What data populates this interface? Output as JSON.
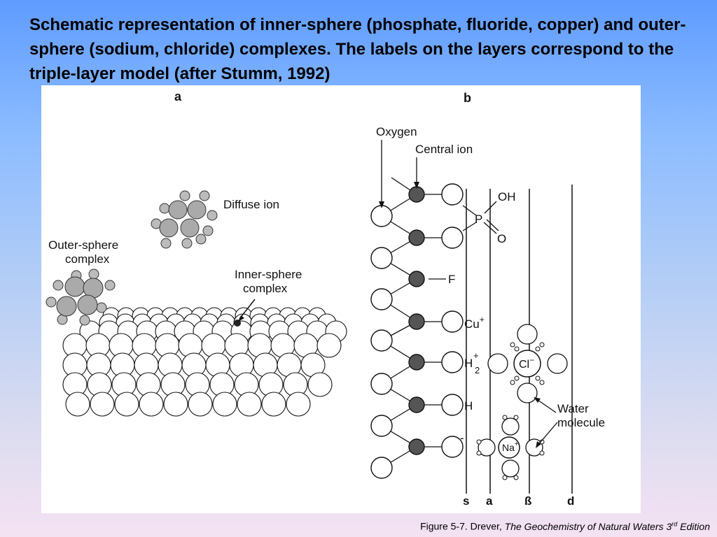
{
  "title": "Schematic representation of inner-sphere (phosphate, fluoride, copper) and outer-sphere (sodium, chloride) complexes.  The labels on the layers correspond to the triple-layer model (after Stumm, 1992)",
  "panel_a": {
    "label": "a",
    "diffuse_ion": "Diffuse ion",
    "outer_sphere_1": "Outer-sphere",
    "outer_sphere_2": "complex",
    "inner_sphere_1": "Inner-sphere",
    "inner_sphere_2": "complex"
  },
  "panel_b": {
    "label": "b",
    "oxygen": "Oxygen",
    "central_ion": "Central ion",
    "oh": "OH",
    "p": "P",
    "o": "O",
    "f": "F",
    "cu": "Cu",
    "cu_sup": "+",
    "h2_h": "H",
    "h2_sub": "2",
    "h2_sup": "+",
    "h": "H",
    "minus": "-",
    "cl": "Cl",
    "cl_sup": "−",
    "na": "Na",
    "na_sup": "+",
    "water_1": "Water",
    "water_2": "molecule",
    "plane_s": "s",
    "plane_a": "a",
    "plane_beta": "ß",
    "plane_d": "d"
  },
  "caption": {
    "prefix": "Figure 5-7. Drever, ",
    "book": "The Geochemistry of Natural Waters 3",
    "sup": "rd",
    "suffix": " Edition"
  }
}
